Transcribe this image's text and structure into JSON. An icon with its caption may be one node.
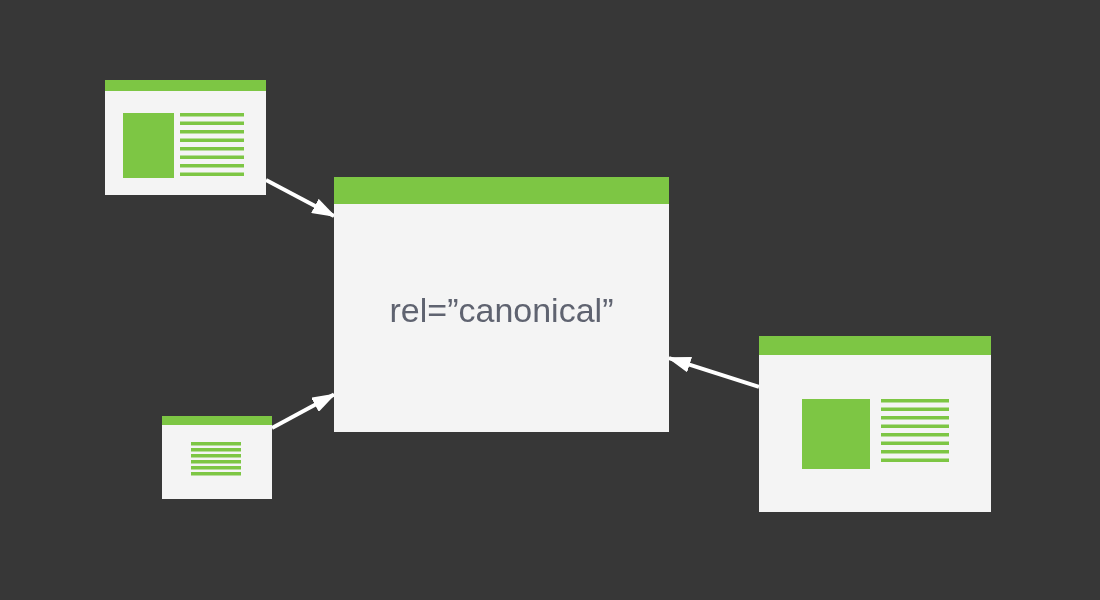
{
  "diagram": {
    "nodes": [
      {
        "text": [],
        "shape": "box"
      },
      {
        "text": [
          "rel=”canonical”"
        ]
      },
      {
        "text": [],
        "shape": "box"
      },
      {
        "text": [],
        "shape": "box"
      }
    ],
    "edges": [
      {
        "from": 0,
        "to": 1,
        "arrow": "to"
      },
      {
        "from": 2,
        "to": 1,
        "arrow": "to"
      },
      {
        "from": 3,
        "to": 1,
        "arrow": "to"
      }
    ]
  }
}
